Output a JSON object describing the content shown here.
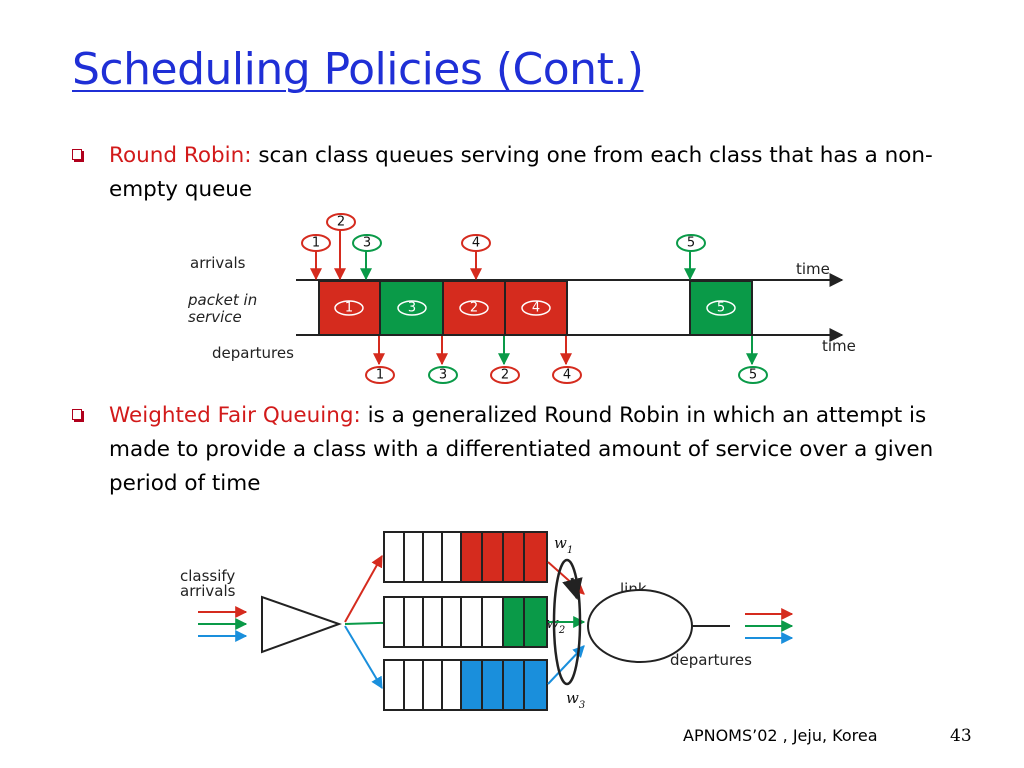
{
  "slide": {
    "title": "Scheduling Policies (Cont.)",
    "bullets": [
      {
        "highlight": "Round Robin:",
        "text": " scan class queues serving one from each class that has a non-empty queue"
      },
      {
        "highlight": "Weighted Fair Queuing:",
        "text": " is a generalized Round Robin in which an attempt is made to provide a class with a differentiated amount of service over a given period of time"
      }
    ],
    "footer": "APNOMS’02 , Jeju, Korea",
    "page_number": "43"
  },
  "rr_diagram": {
    "label_arrivals": "arrivals",
    "label_packet_line1": "packet in",
    "label_packet_line2": "service",
    "label_departures": "departures",
    "label_time_top": "time",
    "label_time_bottom": "time",
    "arrival_labels": [
      "1",
      "2",
      "3",
      "4",
      "5"
    ],
    "service_labels": [
      "1",
      "3",
      "2",
      "4",
      "5"
    ],
    "departure_labels": [
      "1",
      "3",
      "2",
      "4",
      "5"
    ],
    "colors": {
      "red": "#d52b1e",
      "green": "#0a9a48",
      "blue": "#1a8fdc",
      "dark": "#222222"
    }
  },
  "wfq_diagram": {
    "label_classify_line1": "classify",
    "label_classify_line2": "arrivals",
    "label_link": "link",
    "label_departures": "departures",
    "weights": [
      {
        "w": "w",
        "sub": "1"
      },
      {
        "w": "w",
        "sub": "2"
      },
      {
        "w": "w",
        "sub": "3"
      }
    ]
  }
}
